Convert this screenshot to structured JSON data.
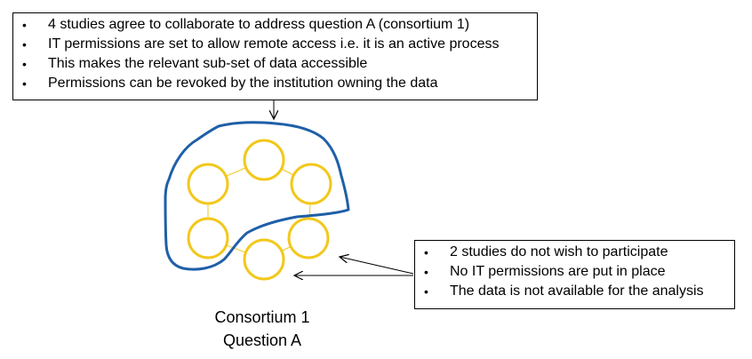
{
  "top_box": {
    "items": [
      "4 studies agree to collaborate to address question A (consortium 1)",
      "IT permissions are set to allow remote access i.e. it is an active process",
      "This makes the relevant sub-set of data accessible",
      "Permissions can be revoked by the institution owning the data"
    ]
  },
  "right_box": {
    "items": [
      "2 studies do not wish to participate",
      "No IT permissions are put in place",
      "The data is not available for the analysis"
    ]
  },
  "caption": {
    "line1": "Consortium 1",
    "line2": "Question A"
  },
  "bullet_glyph": "•",
  "colors": {
    "boundary": "#1f5fa8",
    "study_circle": "#f2c81b",
    "connector": "#f2c81b",
    "arrow": "#000000"
  },
  "icons": {
    "study": "circle-icon"
  }
}
